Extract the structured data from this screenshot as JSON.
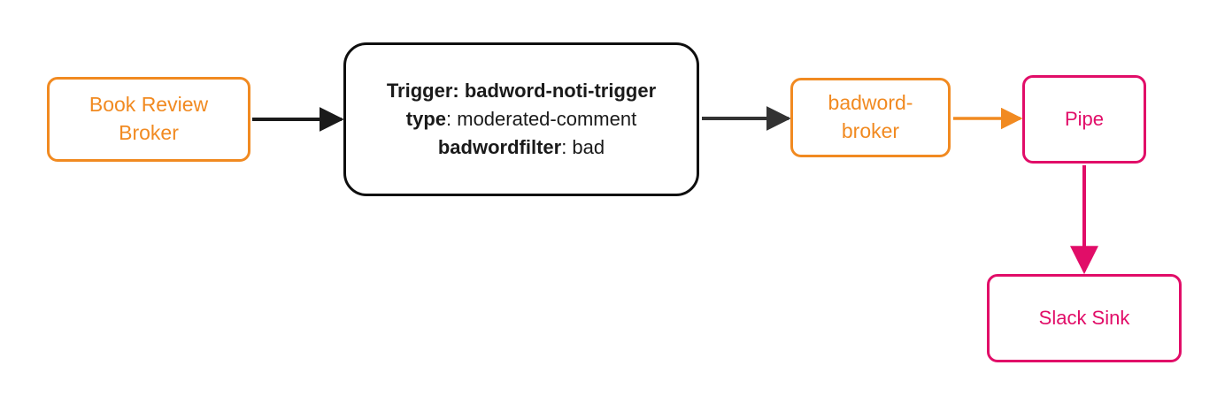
{
  "diagram": {
    "type": "flowchart",
    "direction": "left-to-right",
    "background_color": "#ffffff",
    "palette": {
      "broker_orange": "#F18A21",
      "crimson": "#E10D68",
      "trigger_black": "#0F0F0F",
      "arrow_dark": "#333333"
    },
    "nodes": [
      {
        "id": "book-review-broker",
        "label": "Book Review\nBroker",
        "shape": "rounded-rectangle",
        "border_color": "#F18A21",
        "text_color": "#F18A21"
      },
      {
        "id": "trigger",
        "shape": "rounded-rectangle",
        "border_color": "#0F0F0F",
        "text_color": "#1a1a1a",
        "lines": [
          {
            "key": "Trigger:",
            "value": " badword-noti-trigger",
            "all_bold": true
          },
          {
            "key": "type",
            "value": ": moderated-comment",
            "all_bold": false
          },
          {
            "key": "badwordfilter",
            "value": ": bad",
            "all_bold": false
          }
        ]
      },
      {
        "id": "badword-broker",
        "label": "badword-\nbroker",
        "shape": "rounded-rectangle",
        "border_color": "#F18A21",
        "text_color": "#F18A21"
      },
      {
        "id": "pipe",
        "label": "Pipe",
        "shape": "rounded-rectangle",
        "border_color": "#E10D68",
        "text_color": "#E10D68"
      },
      {
        "id": "slack-sink",
        "label": "Slack Sink",
        "shape": "rounded-rectangle",
        "border_color": "#E10D68",
        "text_color": "#E10D68"
      }
    ],
    "edges": [
      {
        "id": "edge-brb-to-trigger",
        "from": "book-review-broker",
        "to": "trigger",
        "color": "#1a1a1a",
        "label": ""
      },
      {
        "id": "edge-trigger-to-broker",
        "from": "trigger",
        "to": "badword-broker",
        "color": "#333333",
        "label": ""
      },
      {
        "id": "edge-broker-to-pipe",
        "from": "badword-broker",
        "to": "pipe",
        "color": "#F18A21",
        "label": ""
      },
      {
        "id": "edge-pipe-to-sink",
        "from": "pipe",
        "to": "slack-sink",
        "color": "#E10D68",
        "label": ""
      }
    ]
  }
}
